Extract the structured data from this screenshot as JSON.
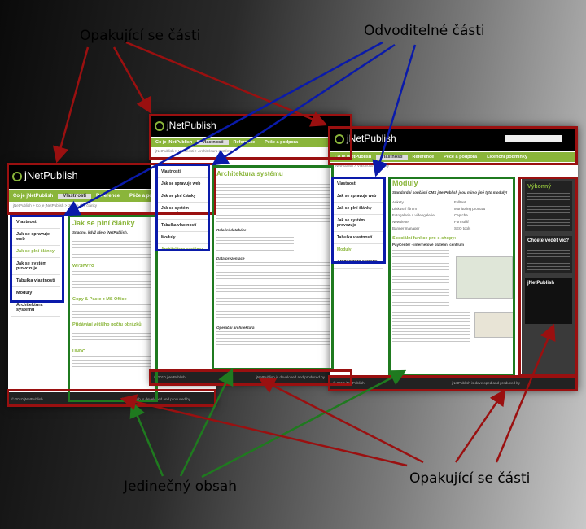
{
  "callouts": {
    "top_left": "Opakující se části",
    "top_right": "Odvoditelné části",
    "bottom_left": "Jedinečný obsah",
    "bottom_right": "Opakující se části"
  },
  "site": {
    "logo": "jNetPublish",
    "nav": [
      "Co je jNetPublish",
      "Vlastnosti",
      "Reference",
      "Péče a podpora",
      "Licenční podmínky"
    ],
    "footer_left": "© 2010 jNetPublish",
    "footer_right": "jNetPublish is developed and produced by"
  },
  "screen_left": {
    "crumb": "jNetPublish > Co je jNetPublish > Jak se plní články",
    "menu": [
      "Vlastnosti",
      "Jak se spravuje web",
      "Jak se plní články",
      "Jak se systém provozuje",
      "Tabulka vlastností",
      "Moduly",
      "Architektura systému"
    ],
    "title": "Jak se plní články",
    "lead": "Snadno, když jde o jNetPublish.",
    "h_wysiwyg": "WYSIWYG",
    "h_copy": "Copy & Paste z MS Office",
    "h_files": "Přidávání většího počtu obrázků",
    "h_undo": "UNDO"
  },
  "screen_mid": {
    "crumb": "jNetPublish > Vlastnosti > Architektura systému",
    "menu": [
      "Vlastnosti",
      "Jak se spravuje web",
      "Jak se plní články",
      "Jak se systém provozuje",
      "Tabulka vlastností",
      "Moduly",
      "Architektura systému"
    ],
    "title": "Architektura systému",
    "lead": "Relační databáze",
    "h_present": "Data prezentace",
    "h_operation": "Operační architektura"
  },
  "screen_right": {
    "crumb": "jNetPublish > Vlastnosti > Moduly",
    "menu": [
      "Vlastnosti",
      "Jak se spravuje web",
      "Jak se plní články",
      "Jak se systém provozuje",
      "Tabulka vlastností",
      "Moduly",
      "Architektura systému"
    ],
    "title": "Moduly",
    "lead": "Standardní součástí CMS jNetPublish jsou mimo jiné tyto moduly!",
    "modules_left": [
      "Ankety",
      "Diskusní fórum",
      "Fotogalerie a videogalerie",
      "Newsletter",
      "Banner manager"
    ],
    "modules_right": [
      "Fulltext",
      "Monitoring provozu",
      "Captcha",
      "Formulář",
      "SEO tools"
    ],
    "h_eshop": "Speciální funkce pro e-shopy:",
    "eshop_sub": "PayCenter - internetové platební centrum",
    "promo_title": "Výkonný",
    "promo_cta": "Chcete vědět víc?",
    "promo_logo": "jNetPublish"
  }
}
